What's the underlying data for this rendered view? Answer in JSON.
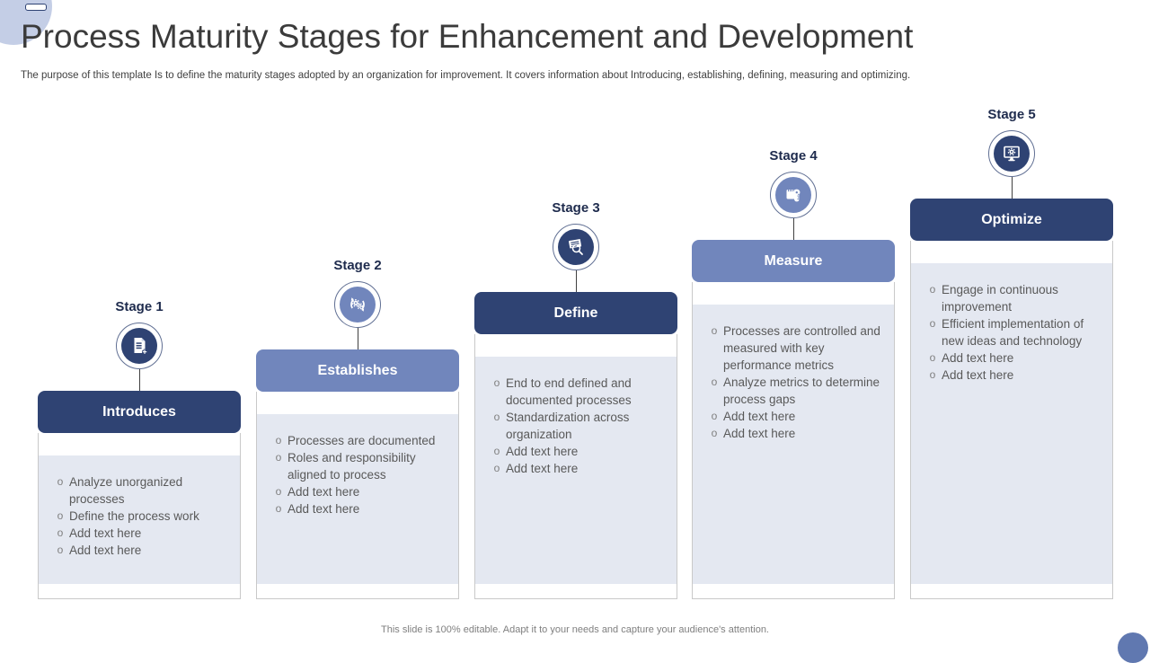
{
  "slide": {
    "title": "Process Maturity Stages for Enhancement and Development",
    "subtitle": "The purpose of this template Is to define the maturity stages adopted by an organization for improvement. It covers information about Introducing, establishing, defining, measuring and optimizing.",
    "footer": "This slide is 100% editable. Adapt it to your needs and capture your audience's attention.",
    "bullet_char": "o"
  },
  "colors": {
    "dark_blue": "#2F4373",
    "medium_blue": "#7186BC",
    "panel_background": "#E4E8F1",
    "corner_circle": "#C4CEE6",
    "bottom_circle": "#6078B0"
  },
  "stages": [
    {
      "label": "Stage 1",
      "title": "Introduces",
      "icon": "add-document-icon",
      "theme": "dark",
      "bullets": [
        "Analyze unorganized processes",
        "Define the process work",
        "Add text here",
        "Add text here"
      ]
    },
    {
      "label": "Stage 2",
      "title": "Establishes",
      "icon": "process-gears-icon",
      "theme": "medium",
      "bullets": [
        "Processes are documented",
        "Roles and responsibility aligned to process",
        "Add text here",
        "Add text here"
      ]
    },
    {
      "label": "Stage 3",
      "title": "Define",
      "icon": "document-search-icon",
      "theme": "dark",
      "bullets": [
        "End to end defined and documented processes",
        "Standardization across organization",
        "Add text here",
        "Add text here"
      ]
    },
    {
      "label": "Stage 4",
      "title": "Measure",
      "icon": "measuring-tape-icon",
      "theme": "medium",
      "bullets": [
        "Processes are controlled and measured with key performance metrics",
        "Analyze metrics to determine process gaps",
        "Add text here",
        "Add text here"
      ]
    },
    {
      "label": "Stage 5",
      "title": "Optimize",
      "icon": "monitor-gear-icon",
      "theme": "dark",
      "bullets": [
        "Engage in continuous improvement",
        "Efficient implementation of new ideas and technology",
        "Add text here",
        "Add text here"
      ]
    }
  ]
}
